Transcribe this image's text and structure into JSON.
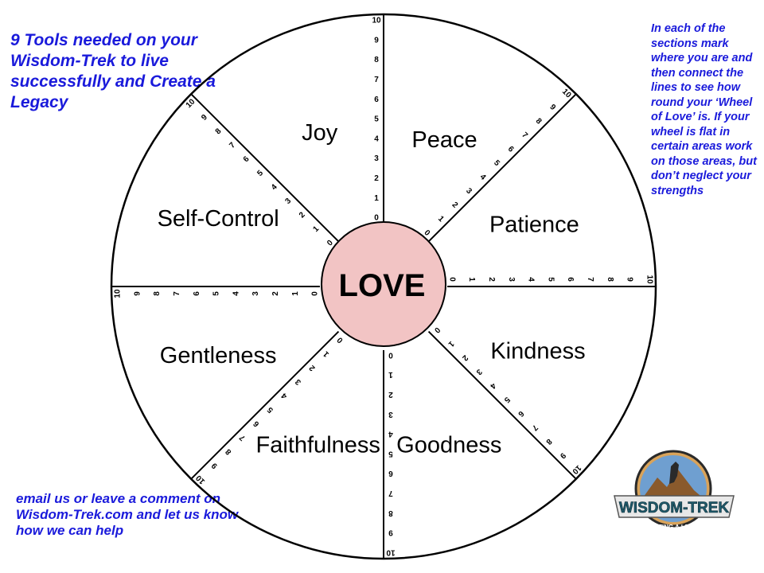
{
  "title": "9 Tools needed on your Wisdom-Trek to live successfully and Create a Legacy",
  "instructions": "In each of the sections mark where you are and then connect the lines to see how round your ‘Wheel of Love’ is.  If your wheel is flat in certain areas work on those areas, but don’t neglect your strengths",
  "contact": "email us or leave a comment on Wisdom-Trek.com and let us know how we can help",
  "wheel": {
    "center_label": "LOVE",
    "sections": [
      "Joy",
      "Peace",
      "Patience",
      "Kindness",
      "Goodness",
      "Faithfulness",
      "Gentleness",
      "Self-Control"
    ],
    "scale": [
      "0",
      "1",
      "2",
      "3",
      "4",
      "5",
      "6",
      "7",
      "8",
      "9",
      "10"
    ]
  },
  "logo": {
    "brand": "WISDOM-TREK",
    "tagline": "CREATING A LEGACY"
  },
  "colors": {
    "text_blue": "#1a1adb",
    "center_fill": "#f2c4c4",
    "line": "#000000"
  }
}
